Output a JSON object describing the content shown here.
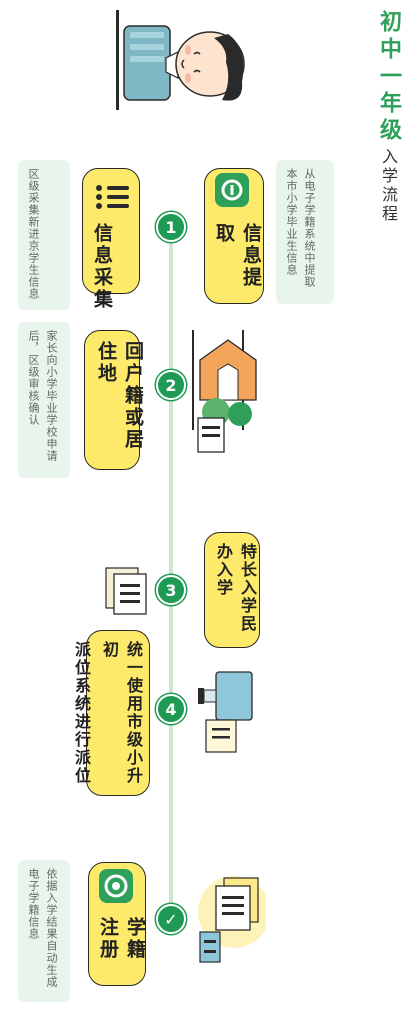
{
  "title": {
    "main": "初中一年级",
    "sub": "入学流程"
  },
  "steps": [
    {
      "marker": "1",
      "label": "信息提取",
      "note": "从电子学籍系统中提取本市小学毕业生信息"
    },
    {
      "marker": "1",
      "label": "信息采集",
      "note": "区级采集新进京学生信息"
    },
    {
      "marker": "2",
      "label": "回户籍或居住地",
      "note": "家长向小学毕业学校申请后，区级审核确认"
    },
    {
      "marker": "3",
      "label": "特长入学民办入学"
    },
    {
      "marker": "4",
      "label_line1": "统一使用市级小升初",
      "label_line2": "派位系统进行派位"
    },
    {
      "marker": "✓",
      "label": "学籍注册",
      "note": "依据入学结果自动生成电子学籍信息"
    }
  ],
  "colors": {
    "accent": "#1f9a54",
    "bubble": "#fdea6a",
    "note_bg": "#e8f4ec"
  }
}
